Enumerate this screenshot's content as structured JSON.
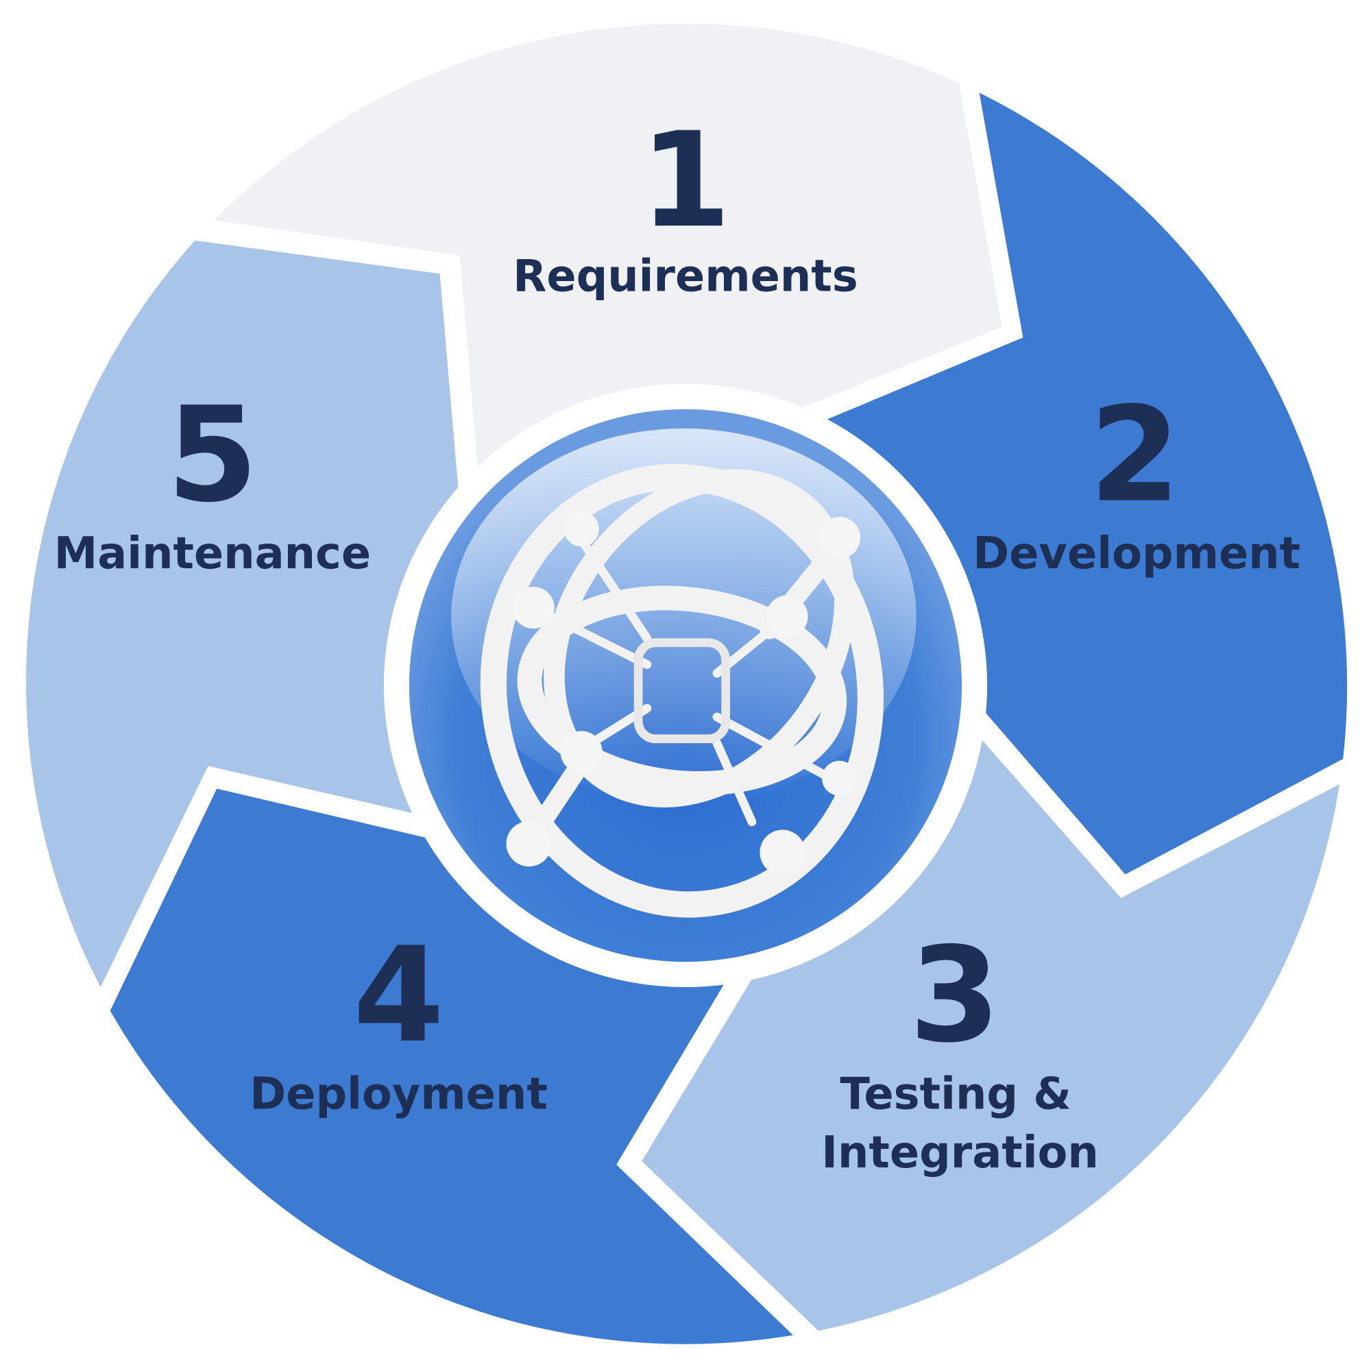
{
  "title": "Software development life cycle",
  "colors": {
    "light_gray": "#eff1f5",
    "blue": "#3d7bd3",
    "light_blue": "#a8c4e8",
    "text": "#1e2f55"
  },
  "center_icon": "wireframe-sphere-logo-icon",
  "steps": [
    {
      "number": "1",
      "label": "Requirements"
    },
    {
      "number": "2",
      "label": "Development"
    },
    {
      "number": "3",
      "label": "Testing &",
      "label2": "Integration"
    },
    {
      "number": "4",
      "label": "Deployment"
    },
    {
      "number": "5",
      "label": "Maintenance"
    }
  ]
}
